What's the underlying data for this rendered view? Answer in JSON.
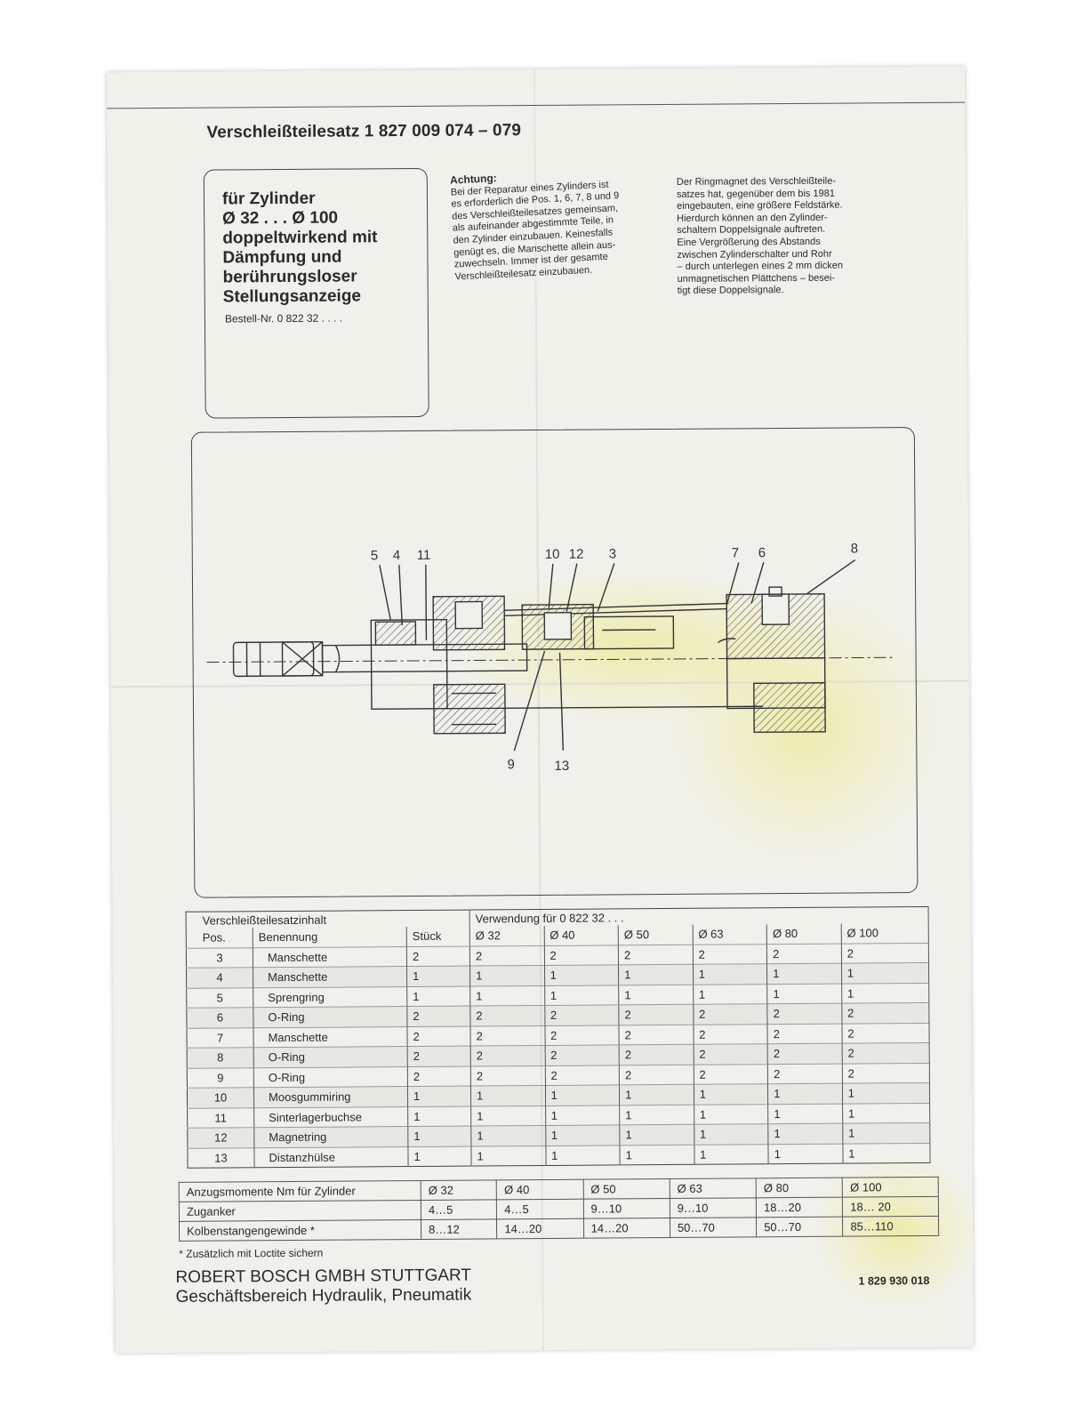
{
  "title": "Verschleißteilesatz 1 827 009 074 – 079",
  "info_box": {
    "heading_lines": [
      "für Zylinder",
      "Ø 32 . . . Ø 100",
      "doppeltwirkend mit",
      "Dämpfung und",
      "berührungsloser",
      "Stellungsanzeige"
    ],
    "order_number": "Bestell-Nr. 0 822 32 . . . ."
  },
  "achtung": {
    "label": "Achtung:",
    "lines": [
      "Bei der Reparatur eines Zylinders ist",
      "es erforderlich die Pos. 1, 6, 7, 8 und 9",
      "des Verschleißteilesatzes gemeinsam,",
      "als aufeinander abgestimmte Teile, in",
      "den Zylinder einzubauen. Keinesfalls",
      "genügt es, die Manschette allein aus-",
      "zuwechseln. Immer ist der gesamte",
      "Verschleißteilesatz einzubauen."
    ]
  },
  "ringmagnet_note": {
    "lines": [
      "Der Ringmagnet des Verschleißteile-",
      "satzes hat, gegenüber dem bis 1981",
      "eingebauten, eine größere Feldstärke.",
      "Hierdurch können an den Zylinder-",
      "schaltern Doppelsignale auftreten.",
      "Eine Vergrößerung des Abstands",
      "zwischen Zylinderschalter und Rohr",
      "– durch unterlegen eines 2 mm dicken",
      "unmagnetischen Plättchens – besei-",
      "tigt diese Doppelsignale."
    ]
  },
  "diagram": {
    "callouts_top": [
      "5",
      "4",
      "11",
      "10",
      "12",
      "3",
      "7",
      "6",
      "8"
    ],
    "callouts_bottom": [
      "9",
      "13"
    ]
  },
  "parts_table": {
    "group_header": "Verschleißteilesatzinhalt",
    "usage_header": "Verwendung für 0 822 32 . . .",
    "columns": [
      "Pos.",
      "Benennung",
      "Stück",
      "Ø 32",
      "Ø 40",
      "Ø 50",
      "Ø 63",
      "Ø 80",
      "Ø 100"
    ],
    "rows": [
      [
        "3",
        "Manschette",
        "2",
        "2",
        "2",
        "2",
        "2",
        "2",
        "2"
      ],
      [
        "4",
        "Manschette",
        "1",
        "1",
        "1",
        "1",
        "1",
        "1",
        "1"
      ],
      [
        "5",
        "Sprengring",
        "1",
        "1",
        "1",
        "1",
        "1",
        "1",
        "1"
      ],
      [
        "6",
        "O-Ring",
        "2",
        "2",
        "2",
        "2",
        "2",
        "2",
        "2"
      ],
      [
        "7",
        "Manschette",
        "2",
        "2",
        "2",
        "2",
        "2",
        "2",
        "2"
      ],
      [
        "8",
        "O-Ring",
        "2",
        "2",
        "2",
        "2",
        "2",
        "2",
        "2"
      ],
      [
        "9",
        "O-Ring",
        "2",
        "2",
        "2",
        "2",
        "2",
        "2",
        "2"
      ],
      [
        "10",
        "Moosgummiring",
        "1",
        "1",
        "1",
        "1",
        "1",
        "1",
        "1"
      ],
      [
        "11",
        "Sinterlagerbuchse",
        "1",
        "1",
        "1",
        "1",
        "1",
        "1",
        "1"
      ],
      [
        "12",
        "Magnetring",
        "1",
        "1",
        "1",
        "1",
        "1",
        "1",
        "1"
      ],
      [
        "13",
        "Distanzhülse",
        "1",
        "1",
        "1",
        "1",
        "1",
        "1",
        "1"
      ]
    ]
  },
  "torque_table": {
    "header": [
      "Anzugsmomente Nm für Zylinder",
      "Ø 32",
      "Ø 40",
      "Ø 50",
      "Ø 63",
      "Ø 80",
      "Ø 100"
    ],
    "rows": [
      [
        "Zuganker",
        "4…5",
        "4…5",
        "9…10",
        "9…10",
        "18…20",
        "18… 20"
      ],
      [
        "Kolbenstangengewinde *",
        "8…12",
        "14…20",
        "14…20",
        "50…70",
        "50…70",
        "85…110"
      ]
    ]
  },
  "footnote": "* Zusätzlich mit Loctite sichern",
  "company": {
    "name": "ROBERT BOSCH GMBH STUTTGART",
    "division": "Geschäftsbereich Hydraulik, Pneumatik"
  },
  "doc_number": "1 829 930 018",
  "colors": {
    "paper": "#f1f1ec",
    "ink": "#2a2a2a",
    "stain": "#ebe878"
  }
}
